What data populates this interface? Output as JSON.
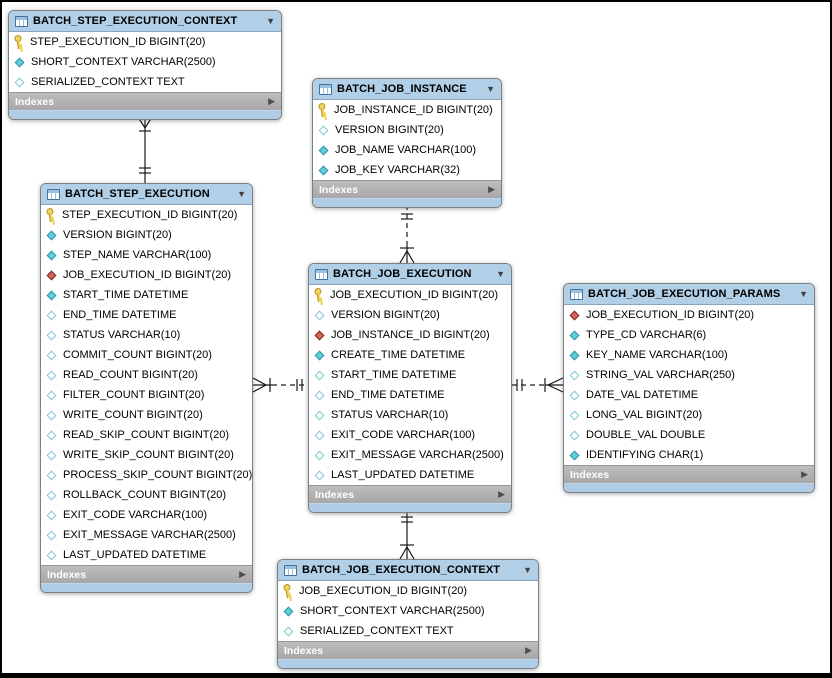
{
  "ui": {
    "collapse_arrow": "▼",
    "expand_arrow": "▶"
  },
  "colors": {
    "header_blue": "#b1cfe7",
    "strip_blue": "#aecce6",
    "indexes_top": "#bdbdbd",
    "indexes_bottom": "#a7a7a7",
    "key_gold": "#f2d35c",
    "diamond_filled": "#5ecfdd",
    "fk_fill": "#d5655c",
    "line_color": "#1a1a1a"
  },
  "tables": [
    {
      "name": "BATCH_STEP_EXECUTION_CONTEXT",
      "footer_label": "Indexes",
      "columns": [
        {
          "icon": "key",
          "label": "STEP_EXECUTION_ID BIGINT(20)"
        },
        {
          "icon": "diamond",
          "label": "SHORT_CONTEXT VARCHAR(2500)"
        },
        {
          "icon": "diamond_open",
          "label": "SERIALIZED_CONTEXT TEXT"
        }
      ]
    },
    {
      "name": "BATCH_JOB_INSTANCE",
      "footer_label": "Indexes",
      "columns": [
        {
          "icon": "key",
          "label": "JOB_INSTANCE_ID BIGINT(20)"
        },
        {
          "icon": "diamond_open",
          "label": "VERSION BIGINT(20)"
        },
        {
          "icon": "diamond",
          "label": "JOB_NAME VARCHAR(100)"
        },
        {
          "icon": "diamond",
          "label": "JOB_KEY VARCHAR(32)"
        }
      ]
    },
    {
      "name": "BATCH_STEP_EXECUTION",
      "footer_label": "Indexes",
      "columns": [
        {
          "icon": "key",
          "label": "STEP_EXECUTION_ID BIGINT(20)"
        },
        {
          "icon": "diamond",
          "label": "VERSION BIGINT(20)"
        },
        {
          "icon": "diamond",
          "label": "STEP_NAME VARCHAR(100)"
        },
        {
          "icon": "diamond_fk",
          "label": "JOB_EXECUTION_ID BIGINT(20)"
        },
        {
          "icon": "diamond",
          "label": "START_TIME DATETIME"
        },
        {
          "icon": "diamond_open",
          "label": "END_TIME DATETIME"
        },
        {
          "icon": "diamond_open",
          "label": "STATUS VARCHAR(10)"
        },
        {
          "icon": "diamond_open",
          "label": "COMMIT_COUNT BIGINT(20)"
        },
        {
          "icon": "diamond_open",
          "label": "READ_COUNT BIGINT(20)"
        },
        {
          "icon": "diamond_open",
          "label": "FILTER_COUNT BIGINT(20)"
        },
        {
          "icon": "diamond_open",
          "label": "WRITE_COUNT BIGINT(20)"
        },
        {
          "icon": "diamond_open",
          "label": "READ_SKIP_COUNT BIGINT(20)"
        },
        {
          "icon": "diamond_open",
          "label": "WRITE_SKIP_COUNT BIGINT(20)"
        },
        {
          "icon": "diamond_open",
          "label": "PROCESS_SKIP_COUNT BIGINT(20)"
        },
        {
          "icon": "diamond_open",
          "label": "ROLLBACK_COUNT BIGINT(20)"
        },
        {
          "icon": "diamond_open",
          "label": "EXIT_CODE VARCHAR(100)"
        },
        {
          "icon": "diamond_open",
          "label": "EXIT_MESSAGE VARCHAR(2500)"
        },
        {
          "icon": "diamond_open",
          "label": "LAST_UPDATED DATETIME"
        }
      ]
    },
    {
      "name": "BATCH_JOB_EXECUTION",
      "footer_label": "Indexes",
      "columns": [
        {
          "icon": "key",
          "label": "JOB_EXECUTION_ID BIGINT(20)"
        },
        {
          "icon": "diamond_open",
          "label": "VERSION BIGINT(20)"
        },
        {
          "icon": "diamond_fk",
          "label": "JOB_INSTANCE_ID BIGINT(20)"
        },
        {
          "icon": "diamond",
          "label": "CREATE_TIME DATETIME"
        },
        {
          "icon": "diamond_open",
          "label": "START_TIME DATETIME"
        },
        {
          "icon": "diamond_open",
          "label": "END_TIME DATETIME"
        },
        {
          "icon": "diamond_open",
          "label": "STATUS VARCHAR(10)"
        },
        {
          "icon": "diamond_open",
          "label": "EXIT_CODE VARCHAR(100)"
        },
        {
          "icon": "diamond_open",
          "label": "EXIT_MESSAGE VARCHAR(2500)"
        },
        {
          "icon": "diamond_open",
          "label": "LAST_UPDATED DATETIME"
        }
      ]
    },
    {
      "name": "BATCH_JOB_EXECUTION_PARAMS",
      "footer_label": "Indexes",
      "columns": [
        {
          "icon": "diamond_fk",
          "label": "JOB_EXECUTION_ID BIGINT(20)"
        },
        {
          "icon": "diamond",
          "label": "TYPE_CD VARCHAR(6)"
        },
        {
          "icon": "diamond",
          "label": "KEY_NAME VARCHAR(100)"
        },
        {
          "icon": "diamond_open",
          "label": "STRING_VAL VARCHAR(250)"
        },
        {
          "icon": "diamond_open",
          "label": "DATE_VAL DATETIME"
        },
        {
          "icon": "diamond_open",
          "label": "LONG_VAL BIGINT(20)"
        },
        {
          "icon": "diamond_open",
          "label": "DOUBLE_VAL DOUBLE"
        },
        {
          "icon": "diamond",
          "label": "IDENTIFYING CHAR(1)"
        }
      ]
    },
    {
      "name": "BATCH_JOB_EXECUTION_CONTEXT",
      "footer_label": "Indexes",
      "columns": [
        {
          "icon": "key",
          "label": "JOB_EXECUTION_ID BIGINT(20)"
        },
        {
          "icon": "diamond",
          "label": "SHORT_CONTEXT VARCHAR(2500)"
        },
        {
          "icon": "diamond_open",
          "label": "SERIALIZED_CONTEXT TEXT"
        }
      ]
    }
  ],
  "connectors": [
    {
      "from": "BATCH_STEP_EXECUTION",
      "to": "BATCH_STEP_EXECUTION_CONTEXT",
      "line": "solid",
      "from_cardinality": "one",
      "to_cardinality": "many"
    },
    {
      "from": "BATCH_JOB_INSTANCE",
      "to": "BATCH_JOB_EXECUTION",
      "line": "dashed",
      "from_cardinality": "one",
      "to_cardinality": "many"
    },
    {
      "from": "BATCH_JOB_EXECUTION",
      "to": "BATCH_STEP_EXECUTION",
      "line": "dashed",
      "from_cardinality": "one",
      "to_cardinality": "many"
    },
    {
      "from": "BATCH_JOB_EXECUTION",
      "to": "BATCH_JOB_EXECUTION_PARAMS",
      "line": "dashed",
      "from_cardinality": "one",
      "to_cardinality": "many"
    },
    {
      "from": "BATCH_JOB_EXECUTION",
      "to": "BATCH_JOB_EXECUTION_CONTEXT",
      "line": "solid",
      "from_cardinality": "one",
      "to_cardinality": "many"
    }
  ]
}
